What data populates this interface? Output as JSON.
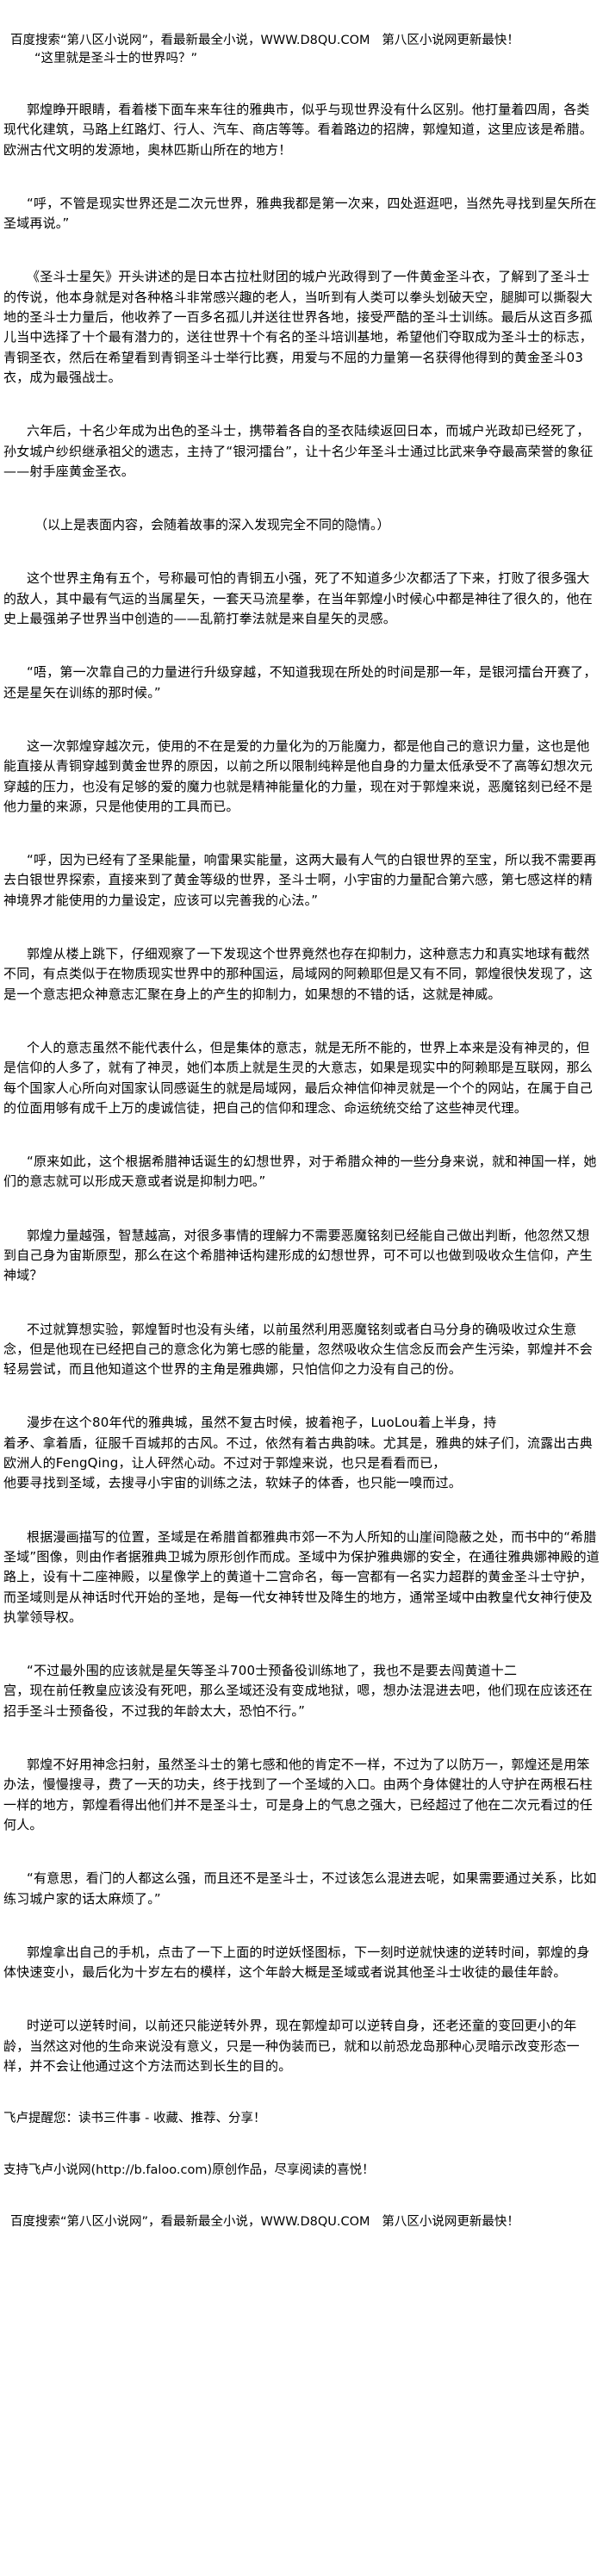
{
  "header_banner": "百度搜索“第八区小说网”，看最新最全小说，WWW.D8QU.COM   第八区小说网更新最快！",
  "opening_line": "“这里就是圣斗士的世界吗？”",
  "paragraphs": [
    "郭煌睁开眼睛，看着楼下面车来车往的雅典市，似乎与现世界没有什么区别。他打量着四周，各类现代化建筑，马路上红路灯、行人、汽车、商店等等。看着路边的招牌，郭煌知道，这里应该是希腊。欧洲古代文明的发源地，奥林匹斯山所在的地方！",
    "“呼，不管是现实世界还是二次元世界，雅典我都是第一次来，四处逛逛吧，当然先寻找到星矢所在圣域再说。”",
    "《圣斗士星矢》开头讲述的是日本古拉杜财团的城户光政得到了一件黄金圣斗衣，了解到了圣斗士的传说，他本身就是对各种格斗非常感兴趣的老人，当听到有人类可以拳头划破天空，腿脚可以撕裂大地的圣斗士力量后，他收养了一百多名孤儿并送往世界各地，接受严酷的圣斗士训练。最后从这百多孤儿当中选择了十个最有潜力的，送往世界十个有名的圣斗培训基地，希望他们夺取成为圣斗士的标志，青铜圣衣，然后在希望看到青铜圣斗士举行比赛，用爱与不屈的力量第一名获得他得到的黄金圣斗03衣，成为最强战士。",
    "六年后，十名少年成为出色的圣斗士，携带着各自的圣衣陆续返回日本，而城户光政却已经死了，孙女城户纱织继承祖父的遗志，主持了“银河擂台”，让十名少年圣斗士通过比武来争夺最高荣誉的象征——射手座黄金圣衣。",
    "（以上是表面内容，会随着故事的深入发现完全不同的隐情。）",
    "这个世界主角有五个，号称最可怕的青铜五小强，死了不知道多少次都活了下来，打败了很多强大的敌人，其中最有气运的当属星矢，一套天马流星拳，在当年郭煌小时候心中都是神往了很久的，他在史上最强弟子世界当中创造的——乱箭打拳法就是来自星矢的灵感。",
    "“唔，第一次靠自己的力量进行升级穿越，不知道我现在所处的时间是那一年，是银河擂台开赛了，还是星矢在训练的那时候。”",
    "这一次郭煌穿越次元，使用的不在是爱的力量化为的万能魔力，都是他自己的意识力量，这也是他能直接从青铜穿越到黄金世界的原因，以前之所以限制纯粹是他自身的力量太低承受不了高等幻想次元穿越的压力，也没有足够的爱的魔力也就是精神能量化的力量，现在对于郭煌来说，恶魔铭刻已经不是他力量的来源，只是他使用的工具而已。",
    "“呼，因为已经有了圣果能量，响雷果实能量，这两大最有人气的白银世界的至宝，所以我不需要再去白银世界探索，直接来到了黄金等级的世界，圣斗士啊，小宇宙的力量配合第六感，第七感这样的精神境界才能使用的力量设定，应该可以完善我的心法。”",
    "郭煌从楼上跳下，仔细观察了一下发现这个世界竟然也存在抑制力，这种意志力和真实地球有截然不同，有点类似于在物质现实世界中的那种国运，局域网的阿赖耶但是又有不同，郭煌很快发现了，这是一个意志把众神意志汇聚在身上的产生的抑制力，如果想的不错的话，这就是神威。",
    "个人的意志虽然不能代表什么，但是集体的意志，就是无所不能的，世界上本来是没有神灵的，但是信仰的人多了，就有了神灵，她们本质上就是生灵的大意志，如果是现实中的阿赖耶是互联网，那么每个国家人心所向对国家认同感诞生的就是局域网，最后众神信仰神灵就是一个个的网站，在属于自己的位面用够有成千上万的虔诚信徒，把自己的信仰和理念、命运统统交给了这些神灵代理。",
    "“原来如此，这个根据希腊神话诞生的幻想世界，对于希腊众神的一些分身来说，就和神国一样，她们的意志就可以形成天意或者说是抑制力吧。”",
    "郭煌力量越强，智慧越高，对很多事情的理解力不需要恶魔铭刻已经能自己做出判断，他忽然又想到自己身为宙斯原型，那么在这个希腊神话构建形成的幻想世界，可不可以也做到吸收众生信仰，产生神域？",
    "不过就算想实验，郭煌暂时也没有头绪，以前虽然利用恶魔铭刻或者白马分身的确吸收过众生意念，但是他现在已经把自己的意念化为第七感的能量，忽然吸收众生信念反而会产生污染，郭煌并不会轻易尝试，而且他知道这个世界的主角是雅典娜，只怕信仰之力没有自己的份。",
    "漫步在这个80年代的雅典城，虽然不复古时候，披着袍子，LuoLou着上半身，持\n着矛、拿着盾，征服千百城邦的古风。不过，依然有着古典韵味。尤其是，雅典的妹子们，流露出古典欧洲人的FengQing，让人砰然心动。不过对于郭煌来说，也只是看看而已，\n他要寻找到圣域，去搜寻小宇宙的训练之法，软妹子的体香，也只能一嗅而过。",
    "根据漫画描写的位置，圣域是在希腊首都雅典市郊一不为人所知的山崖间隐蔽之处，而书中的“希腊圣域”图像，则由作者据雅典卫城为原形创作而成。圣域中为保护雅典娜的安全，在通往雅典娜神殿的道路上，设有十二座神殿，以星像学上的黄道十二宫命名，每一宫都有一名实力超群的黄金圣斗士守护，而圣域则是从神话时代开始的圣地，是每一代女神转世及降生的地方，通常圣域中由教皇代女神行使及执掌领导权。",
    "“不过最外围的应该就是星矢等圣斗700士预备役训练地了，我也不是要去闯黄道十二\n宫，现在前任教皇应该没有死吧，那么圣域还没有变成地狱，嗯，想办法混进去吧，他们现在应该还在招手圣斗士预备役，不过我的年龄太大，恐怕不行。”",
    "郭煌不好用神念扫射，虽然圣斗士的第七感和他的肯定不一样，不过为了以防万一，郭煌还是用笨办法，慢慢搜寻，费了一天的功夫，终于找到了一个圣域的入口。由两个身体健壮的人守护在两根石柱一样的地方，郭煌看得出他们并不是圣斗士，可是身上的气息之强大，已经超过了他在二次元看过的任何人。",
    "“有意思，看门的人都这么强，而且还不是圣斗士，不过该怎么混进去呢，如果需要通过关系，比如练习城户家的话太麻烦了。”",
    "郭煌拿出自己的手机，点击了一下上面的时逆妖怪图标，下一刻时逆就快速的逆转时间，郭煌的身体快速变小，最后化为十岁左右的模样，这个年龄大概是圣域或者说其他圣斗士收徒的最佳年龄。",
    "时逆可以逆转时间，以前还只能逆转外界，现在郭煌却可以逆转自身，还老还童的变回更小的年龄，当然这对他的生命来说没有意义，只是一种伪装而已，就和以前恐龙岛那种心灵暗示改变形态一样，并不会让他通过这个方法而达到长生的目的。"
  ],
  "footer": {
    "reminder": "飞卢提醒您：读书三件事 - 收藏、推荐、分享！",
    "support": "支持飞卢小说网(http://b.faloo.com)原创作品，尽享阅读的喜悦！",
    "banner": "百度搜索“第八区小说网”，看最新最全小说，WWW.D8QU.COM   第八区小说网更新最快！"
  }
}
